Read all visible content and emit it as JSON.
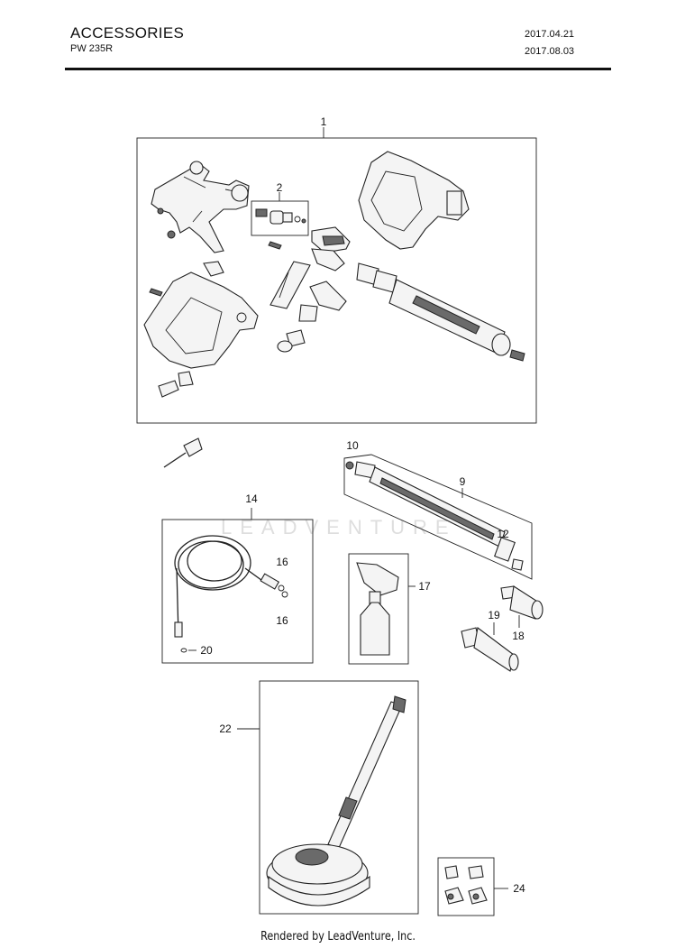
{
  "header": {
    "title": "ACCESSORIES",
    "model": "PW 235R",
    "date_created": "2017.04.21",
    "date_revised": "2017.08.03"
  },
  "watermark": "LEADVENTURE",
  "footer": "Rendered by LeadVenture, Inc.",
  "callouts": {
    "c1": "1",
    "c2": "2",
    "c9": "9",
    "c10": "10",
    "c12": "12",
    "c14": "14",
    "c16a": "16",
    "c16b": "16",
    "c17": "17",
    "c18": "18",
    "c19": "19",
    "c20": "20",
    "c22": "22",
    "c24": "24"
  }
}
